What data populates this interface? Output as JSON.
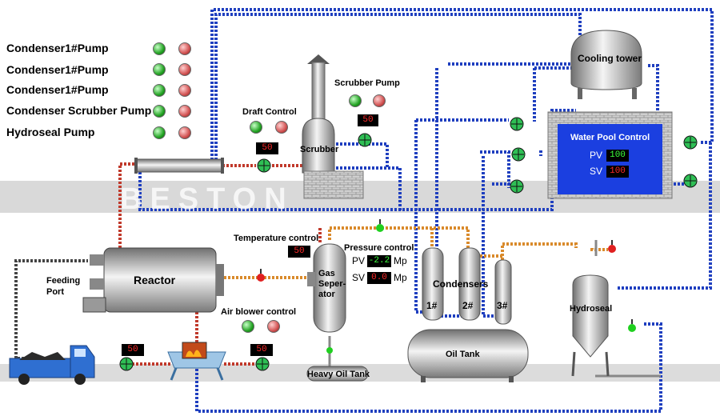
{
  "pump_labels": [
    "Condenser1#Pump",
    "Condenser1#Pump",
    "Condenser1#Pump",
    "Condenser Scrubber Pump",
    "Hydroseal Pump"
  ],
  "labels": {
    "cooling_tower": "Cooling tower",
    "scrubber_pump": "Scrubber Pump",
    "draft_control": "Draft Control",
    "scrubber": "Scrubber",
    "water_pool_control": "Water Pool Control",
    "pv": "PV",
    "sv": "SV",
    "temperature_control": "Temperature control",
    "pressure_control": "Pressure control",
    "pressure_unit": "Mp",
    "reactor": "Reactor",
    "feeding_port": "Feeding\nPort",
    "gas_separator": "Gas\nSeper-\nator",
    "condensers": "Condensers",
    "condenser_1": "1#",
    "condenser_2": "2#",
    "condenser_3": "3#",
    "hydroseal": "Hydroseal",
    "air_blower_control": "Air blower control",
    "oil_tank": "Oil Tank",
    "heavy_oil_tank": "Heavy Oil Tank",
    "watermark": "BESTON"
  },
  "values": {
    "draft_control": "50",
    "scrubber_pump": "50",
    "water_pool_pv": "100",
    "water_pool_sv": "100",
    "temperature_control": "50",
    "pressure_pv": "-2.2",
    "pressure_sv": "0.0",
    "left_pump": "50",
    "right_pump": "50"
  },
  "colors": {
    "blue_pipe": "#1f3fbf",
    "red_pipe": "#c0392b",
    "orange_pipe": "#d98a2b",
    "water": "#1b3fe0",
    "display_red": "#ff2a2a",
    "display_green": "#3cff3c"
  },
  "icons": {
    "pump": "pump-icon",
    "valve": "valve-icon",
    "truck": "truck-icon",
    "furnace": "furnace-icon"
  }
}
